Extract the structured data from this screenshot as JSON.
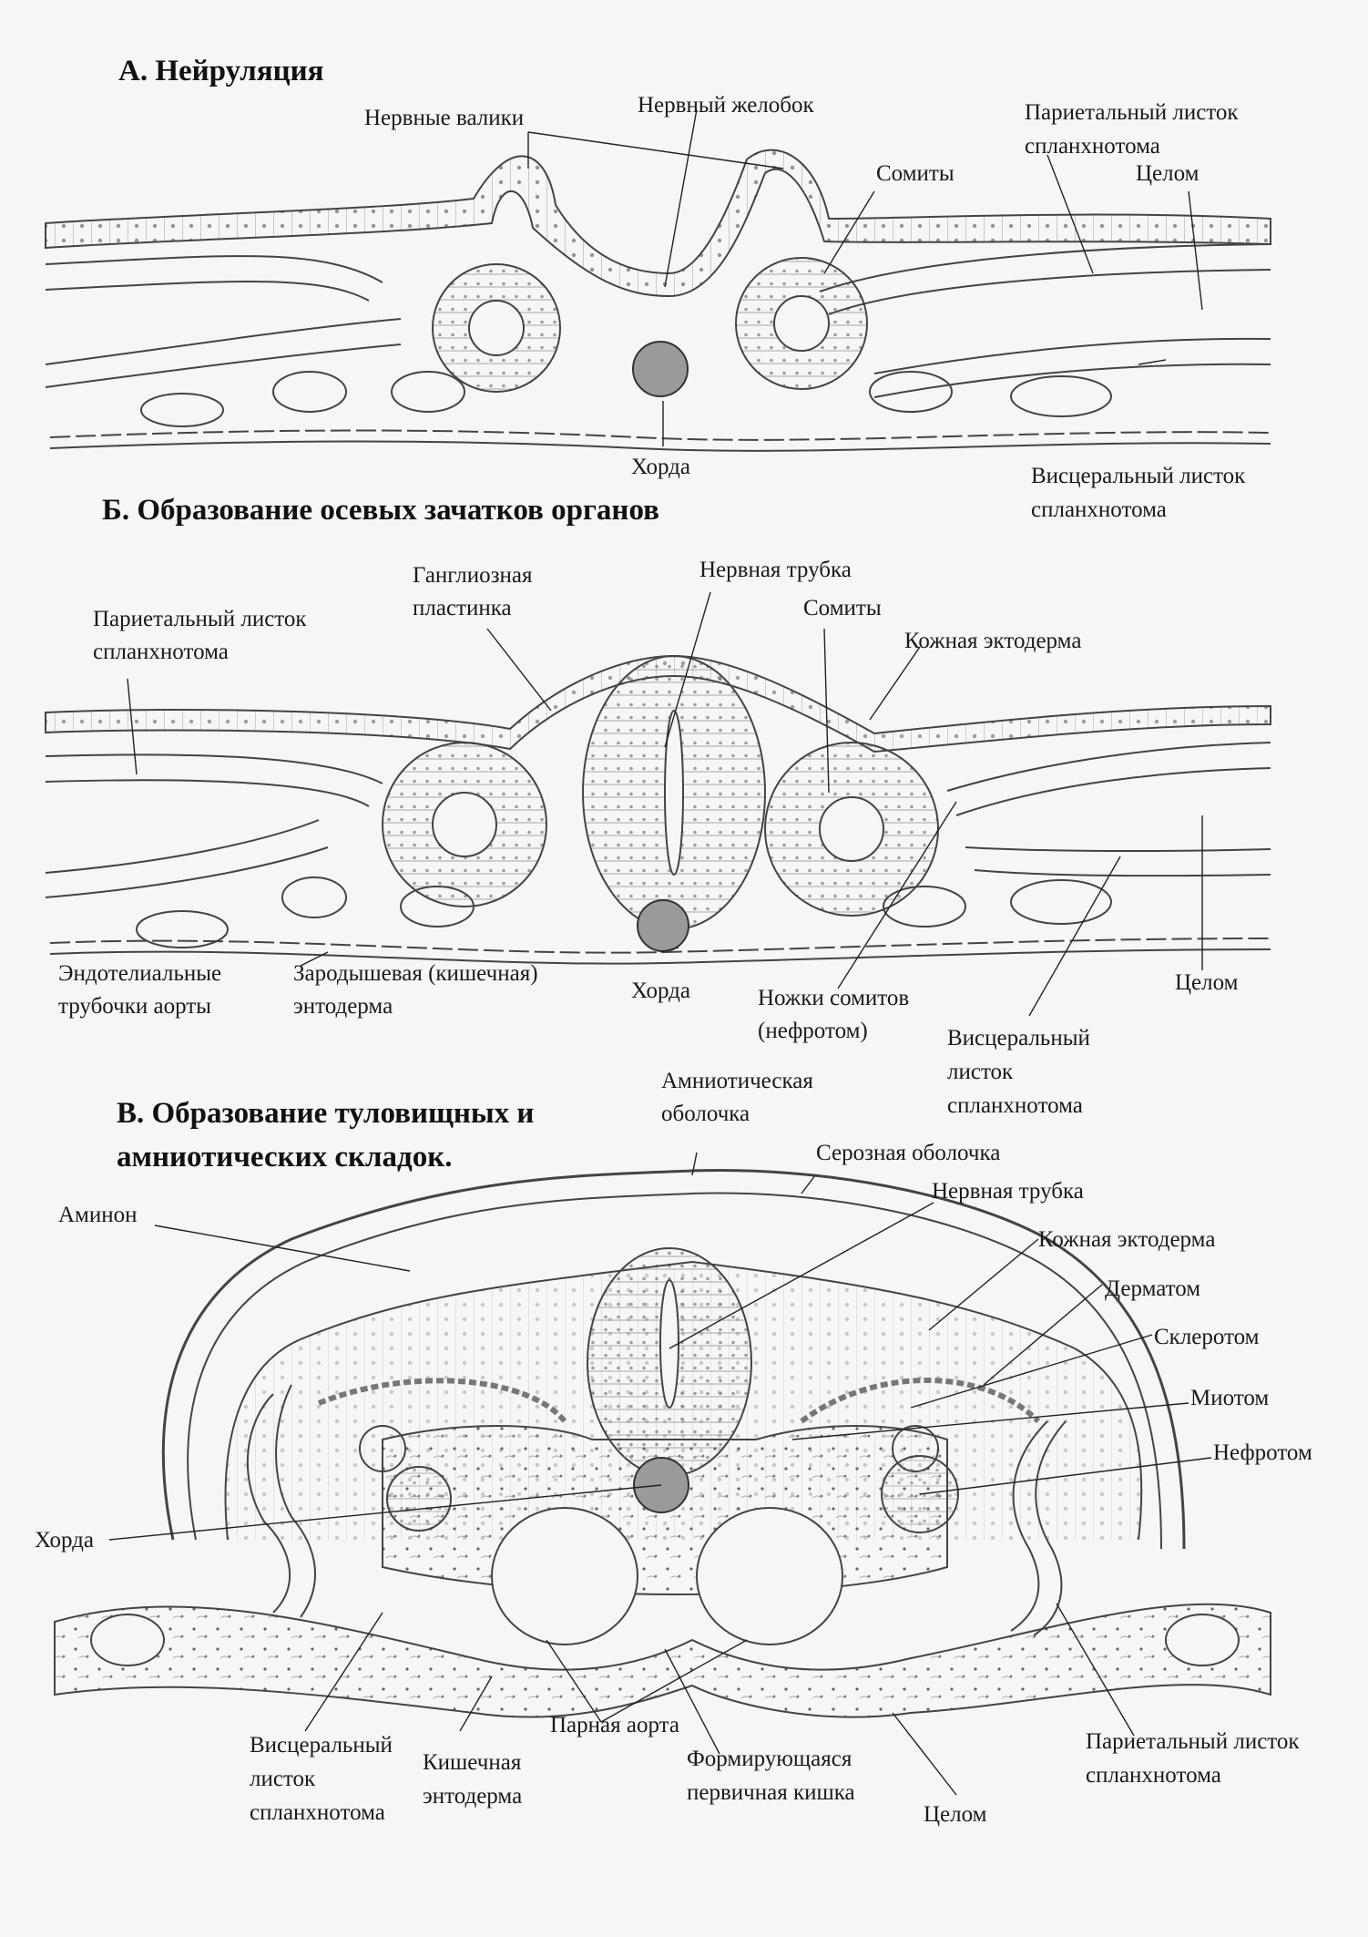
{
  "section_a": {
    "title": "А. Нейруляция",
    "labels": {
      "neural_folds": "Нервные валики",
      "neural_groove": "Нервный желобок",
      "parietal_1": "Париетальный листок",
      "parietal_2": "спланхнотома",
      "somites": "Сомиты",
      "coelom": "Целом",
      "notochord": "Хорда",
      "visceral_1": "Висцеральный листок",
      "visceral_2": "спланхнотома"
    }
  },
  "section_b": {
    "title": "Б. Образование осевых зачатков органов",
    "labels": {
      "ganglion_1": "Ганглиозная",
      "ganglion_2": "пластинка",
      "neural_tube": "Нервная трубка",
      "somites": "Сомиты",
      "parietal_1": "Париетальный листок",
      "parietal_2": "спланхнотома",
      "skin_ectoderm": "Кожная эктодерма",
      "endothelial_1": "Эндотелиальные",
      "endothelial_2": "трубочки аорты",
      "germinal_1": "Зародышевая (кишечная)",
      "germinal_2": "энтодерма",
      "notochord": "Хорда",
      "somite_stalks_1": "Ножки сомитов",
      "somite_stalks_2": "(нефротом)",
      "coelom": "Целом",
      "visceral_1": "Висцеральный",
      "visceral_2": "листок",
      "visceral_3": "спланхнотома"
    }
  },
  "section_c": {
    "title_1": "В. Образование туловищных и",
    "title_2": "амниотических складок.",
    "labels": {
      "amniotic_1": "Амниотическая",
      "amniotic_2": "оболочка",
      "serous": "Серозная оболочка",
      "neural_tube": "Нервная трубка",
      "amnion": "Аминон",
      "skin_ectoderm": "Кожная эктодерма",
      "dermatome": "Дерматом",
      "sclerotome": "Склеротом",
      "myotome": "Миотом",
      "nephrotome": "Нефротом",
      "notochord": "Хорда",
      "visceral_1": "Висцеральный",
      "visceral_2": "листок",
      "visceral_3": "спланхнотома",
      "gut_endo_1": "Кишечная",
      "gut_endo_2": "энтодерма",
      "paired_aorta": "Парная аорта",
      "primary_gut_1": "Формирующаяся",
      "primary_gut_2": "первичная кишка",
      "coelom": "Целом",
      "parietal_1": "Париетальный листок",
      "parietal_2": "спланхнотома"
    }
  },
  "colors": {
    "ink": "#3a3a3a",
    "paper": "#f6f6f4",
    "notochord_fill": "#9a9a9a"
  }
}
